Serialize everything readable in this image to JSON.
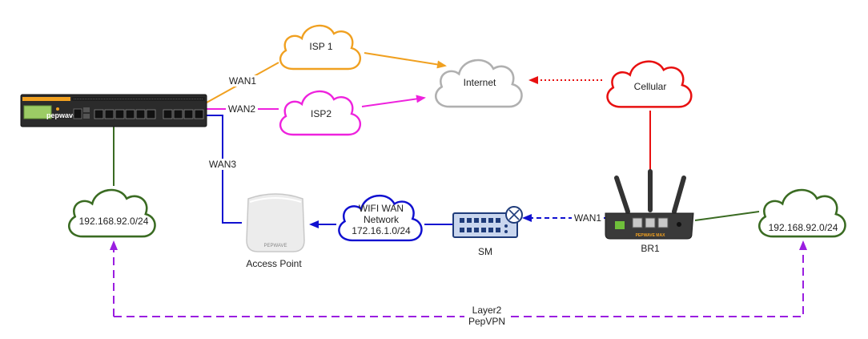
{
  "clouds": {
    "isp1": {
      "label": "ISP 1",
      "color": "#f0a020"
    },
    "isp2": {
      "label": "ISP2",
      "color": "#ee22dd"
    },
    "internet": {
      "label": "Internet",
      "color": "#b0b0b0"
    },
    "cellular": {
      "label": "Cellular",
      "color": "#e81010"
    },
    "wifi_wan": {
      "line1": "WIFI WAN",
      "line2": "Network",
      "line3": "172.16.1.0/24",
      "color": "#1010d0"
    },
    "lan_left": {
      "label": "192.168.92.0/24",
      "color": "#3a6b22"
    },
    "lan_right": {
      "label": "192.168.92.0/24",
      "color": "#3a6b22"
    }
  },
  "devices": {
    "pepwave_router": {
      "brand": "pepwave"
    },
    "access_point": {
      "label": "Access Point",
      "brand": "PEPWAVE"
    },
    "sm": {
      "label": "SM"
    },
    "br1": {
      "label": "BR1",
      "brand": "PEPWAVE MAX"
    }
  },
  "links": {
    "wan1": "WAN1",
    "wan2": "WAN2",
    "wan3": "WAN3",
    "sm_wan1": "WAN1",
    "vpn_line1": "Layer2",
    "vpn_line2": "PepVPN"
  },
  "colors": {
    "orange": "#f0a020",
    "magenta": "#ee22dd",
    "red": "#e81010",
    "blue": "#1010d0",
    "green": "#3a6b22",
    "purple": "#9a1ee0"
  }
}
